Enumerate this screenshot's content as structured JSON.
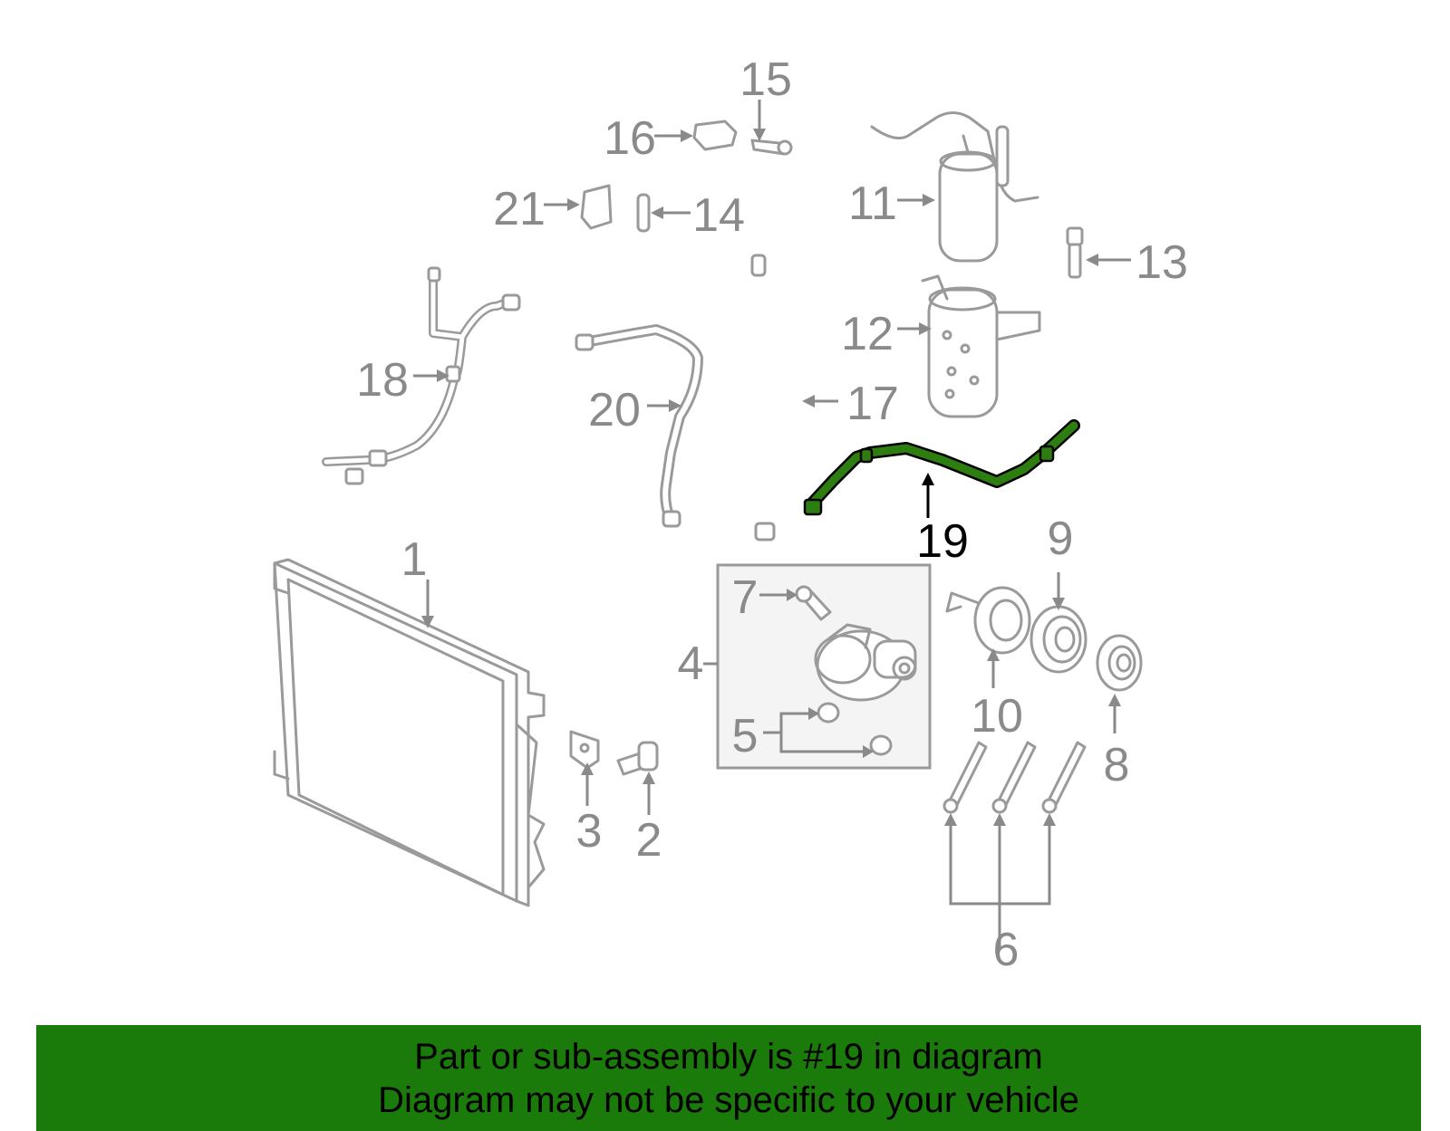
{
  "diagram": {
    "callouts": {
      "c1": "1",
      "c2": "2",
      "c3": "3",
      "c4": "4",
      "c5": "5",
      "c6": "6",
      "c7": "7",
      "c8": "8",
      "c9": "9",
      "c10": "10",
      "c11": "11",
      "c12": "12",
      "c13": "13",
      "c14": "14",
      "c15": "15",
      "c16": "16",
      "c17": "17",
      "c18": "18",
      "c19": "19",
      "c20": "20",
      "c21": "21"
    },
    "highlight_part": "19",
    "colors": {
      "part_outline": "#9a9a9a",
      "highlight_fill": "#2e7d10",
      "highlight_outline": "#000000",
      "inset_box_fill": "#f4f4f4"
    }
  },
  "banner": {
    "line1": "Part or sub-assembly is #19 in diagram",
    "line2": "Diagram may not be specific to your vehicle",
    "background": "#1a7a0a"
  }
}
